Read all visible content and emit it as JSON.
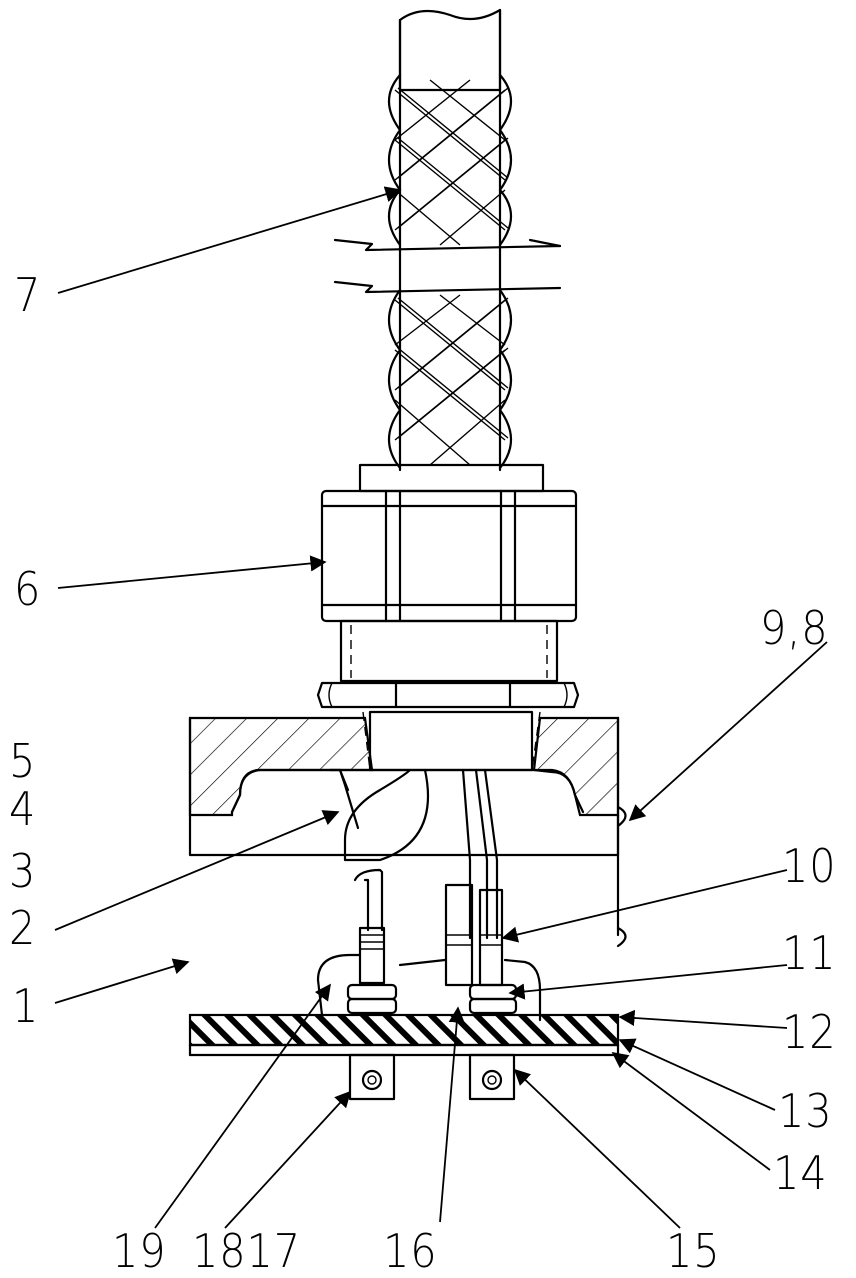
{
  "labels": {
    "l1": "1",
    "l2": "2",
    "l3": "3",
    "l4": "4",
    "l5": "5",
    "l6": "6",
    "l7": "7",
    "l98": "9,8",
    "l10": "10",
    "l11": "11",
    "l12": "12",
    "l13": "13",
    "l14": "14",
    "l15": "15",
    "l16": "16",
    "l1817": "1817",
    "l19": "19"
  }
}
